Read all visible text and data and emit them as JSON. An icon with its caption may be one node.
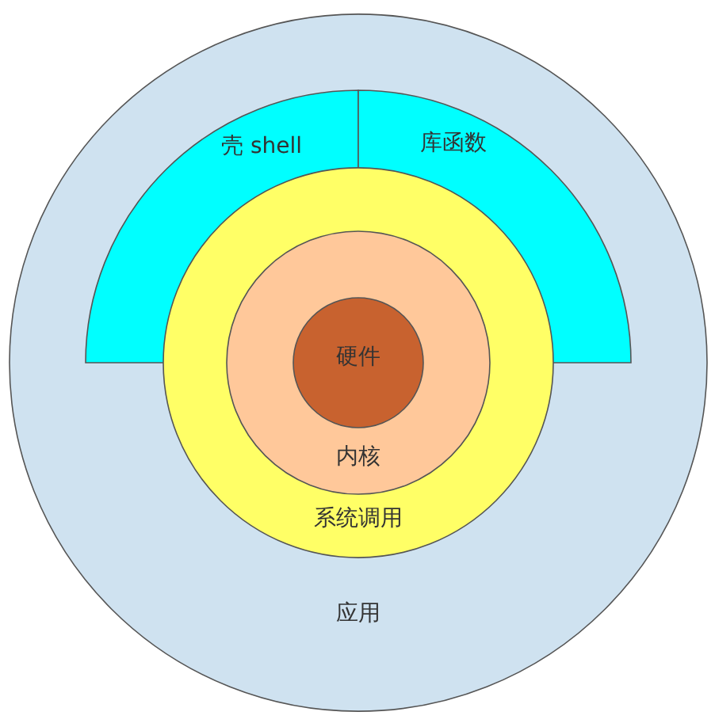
{
  "diagram": {
    "nodes": [
      {
        "text": [
          "应用"
        ]
      },
      {
        "text": [
          "壳 shell"
        ],
        "in": 0
      },
      {
        "text": [
          "库函数"
        ],
        "in": 0
      },
      {
        "text": [
          "系统调用"
        ],
        "in": 0
      },
      {
        "text": [
          "内核"
        ],
        "in": 3
      },
      {
        "text": [
          "硬件"
        ],
        "in": 4
      }
    ],
    "edges": []
  }
}
